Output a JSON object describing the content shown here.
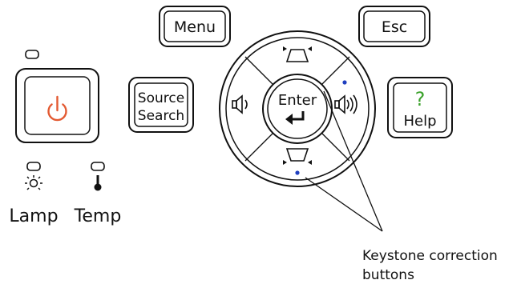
{
  "buttons": {
    "menu": "Menu",
    "esc": "Esc",
    "source_line1": "Source",
    "source_line2": "Search",
    "enter": "Enter",
    "help_symbol": "?",
    "help": "Help"
  },
  "indicators": {
    "lamp": "Lamp",
    "temp": "Temp"
  },
  "callout": {
    "line1": "Keystone correction",
    "line2": "buttons"
  },
  "colors": {
    "power": "#e35a32",
    "help_symbol": "#3aa12a",
    "dot": "#1f3fbf"
  },
  "icons": {
    "power": "power-icon",
    "lamp": "lamp-icon",
    "temp": "thermometer-icon",
    "volume_down": "speaker-icon",
    "volume_up": "speaker-waves-icon",
    "keystone_up": "keystone-top-icon",
    "keystone_down": "keystone-bottom-icon",
    "enter": "enter-arrow-icon"
  }
}
